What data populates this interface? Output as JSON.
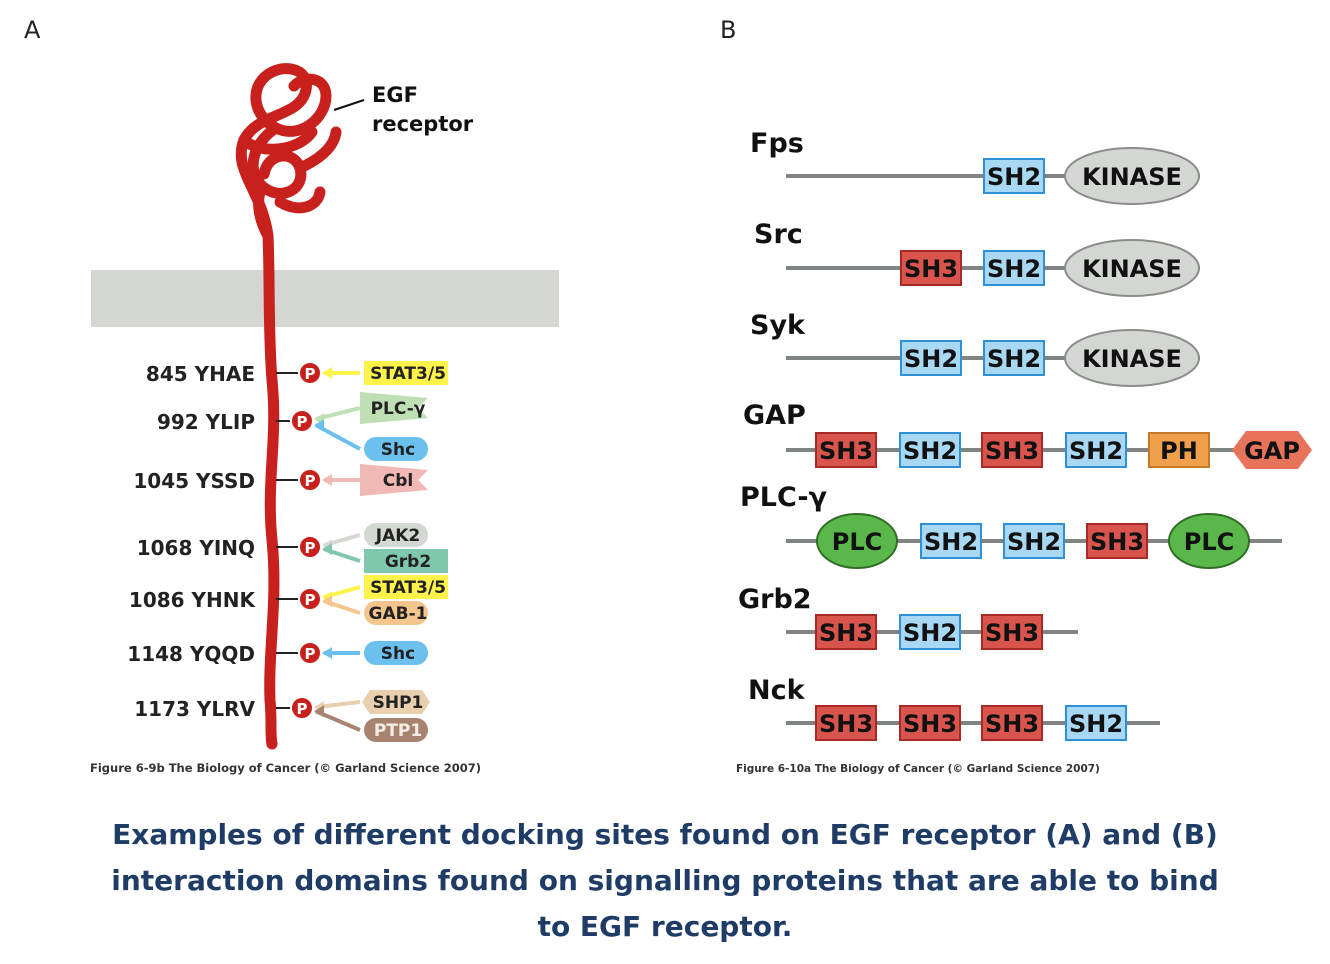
{
  "panel_a": {
    "letter": "A",
    "receptor_label": [
      "EGF",
      "receptor"
    ],
    "sites": [
      {
        "site": "845 YHAE",
        "badge": "P",
        "partners": [
          "STAT3/5"
        ]
      },
      {
        "site": "992 YLIP",
        "badge": "P",
        "partners": [
          "PLC-γ",
          "Shc"
        ]
      },
      {
        "site": "1045 YSSD",
        "badge": "P",
        "partners": [
          "Cbl"
        ]
      },
      {
        "site": "1068 YINQ",
        "badge": "P",
        "partners": [
          "JAK2",
          "Grb2"
        ]
      },
      {
        "site": "1086 YHNK",
        "badge": "P",
        "partners": [
          "STAT3/5",
          "GAB-1"
        ]
      },
      {
        "site": "1148 YQQD",
        "badge": "P",
        "partners": [
          "Shc"
        ]
      },
      {
        "site": "1173 YLRV",
        "badge": "P",
        "partners": [
          "SHP1",
          "PTP1"
        ]
      }
    ],
    "partner_colors": {
      "STAT3/5": "#fff24a",
      "PLC-γ": "#bfe0b4",
      "Shc": "#6cc0ee",
      "Cbl": "#f2b8b6",
      "JAK2": "#d4d8d2",
      "Grb2": "#7fc8ad",
      "GAB-1": "#f4c58c",
      "SHP1": "#e8cfae",
      "PTP1": "#a88470"
    },
    "credit": "Figure 6-9b  The Biology of Cancer (© Garland Science 2007)"
  },
  "panel_b": {
    "letter": "B",
    "proteins": [
      {
        "name": "Fps",
        "domains": [
          "SH2",
          "KINASE"
        ]
      },
      {
        "name": "Src",
        "domains": [
          "SH3",
          "SH2",
          "KINASE"
        ]
      },
      {
        "name": "Syk",
        "domains": [
          "SH2",
          "SH2",
          "KINASE"
        ]
      },
      {
        "name": "GAP",
        "domains": [
          "SH3",
          "SH2",
          "SH3",
          "SH2",
          "PH",
          "GAP"
        ]
      },
      {
        "name": "PLC-γ",
        "domains": [
          "PLC",
          "SH2",
          "SH2",
          "SH3",
          "PLC"
        ]
      },
      {
        "name": "Grb2",
        "domains": [
          "SH3",
          "SH2",
          "SH3"
        ]
      },
      {
        "name": "Nck",
        "domains": [
          "SH3",
          "SH3",
          "SH3",
          "SH2"
        ]
      }
    ],
    "domain_colors": {
      "SH2": "#a8d8f4",
      "SH3": "#d9544c",
      "KINASE": "#d4d6d3",
      "PH": "#f0a04a",
      "GAP": "#e7735a",
      "PLC": "#5ab84a"
    },
    "credit": "Figure 6-10a  The Biology of Cancer (© Garland Science 2007)"
  },
  "caption": [
    "Examples of different docking sites found on EGF receptor (A) and (B)",
    "interaction domains found on signalling proteins that are able to bind",
    "to EGF receptor."
  ]
}
